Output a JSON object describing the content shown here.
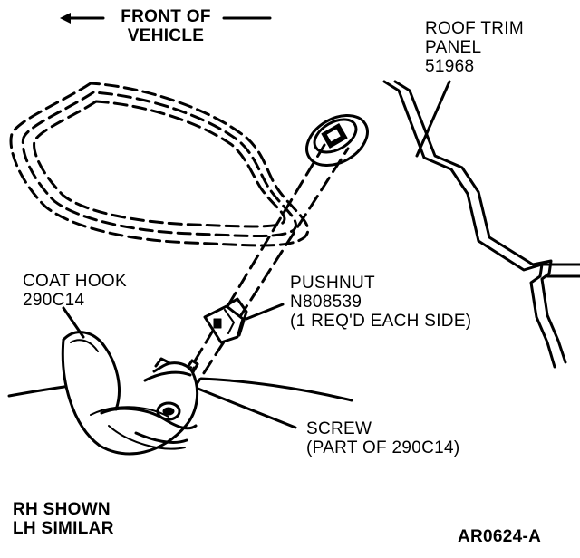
{
  "front_of_vehicle": {
    "line1": "FRONT OF",
    "line2": "VEHICLE"
  },
  "roof_trim_panel": {
    "line1": "ROOF TRIM",
    "line2": "PANEL",
    "part_number": "51968"
  },
  "coat_hook": {
    "line1": "COAT HOOK",
    "part_number": "290C14"
  },
  "pushnut": {
    "line1": "PUSHNUT",
    "part_number": "N808539",
    "note": "(1 REQ'D EACH SIDE)"
  },
  "screw": {
    "line1": "SCREW",
    "line2": "(PART OF 290C14)"
  },
  "footer": {
    "line1": "RH SHOWN",
    "line2": "LH SIMILAR",
    "figure_id": "AR0624-A"
  }
}
